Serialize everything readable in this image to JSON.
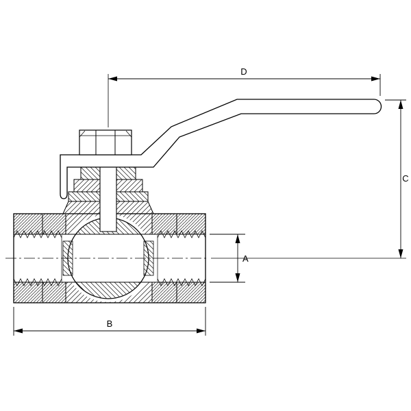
{
  "drawing": {
    "subject": "ball-valve-cross-section-diagram",
    "labels": {
      "a": "A",
      "b": "B",
      "c": "C",
      "d": "D"
    },
    "line_color": "#000000",
    "background_color": "#ffffff"
  }
}
